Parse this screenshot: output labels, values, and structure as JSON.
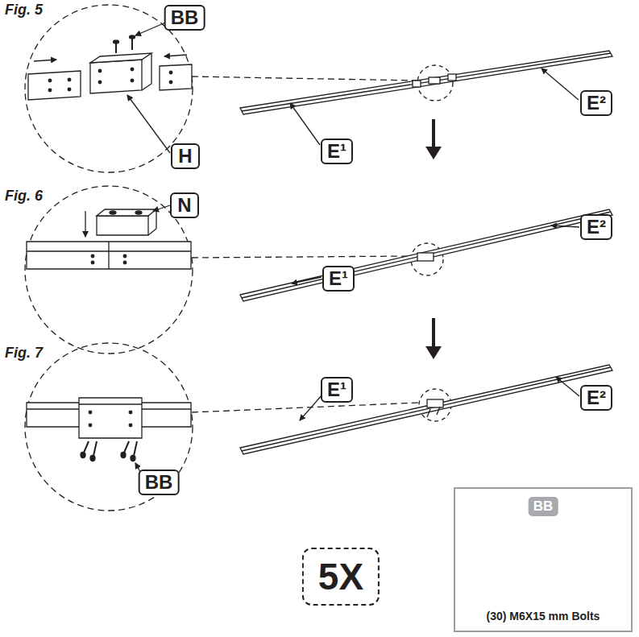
{
  "diagram": {
    "nodes": [
      {
        "text": [
          "BB"
        ]
      },
      {
        "text": [
          "H"
        ]
      },
      {
        "text": [
          "E¹"
        ]
      },
      {
        "text": [
          "E²"
        ]
      },
      {
        "text": [
          "N"
        ]
      },
      {
        "text": [
          "E¹"
        ]
      },
      {
        "text": [
          "E²"
        ]
      },
      {
        "text": [
          "E¹"
        ]
      },
      {
        "text": [
          "E²"
        ]
      },
      {
        "text": [
          "BB"
        ]
      },
      {
        "text": [
          "5X"
        ]
      },
      {
        "text": [
          "(30) M6X15 mm Bolts"
        ]
      },
      {
        "text": [
          "BB"
        ],
        "in": 11
      }
    ],
    "labels": [
      "Fig. 5",
      "Fig. 6",
      "Fig. 7"
    ]
  }
}
